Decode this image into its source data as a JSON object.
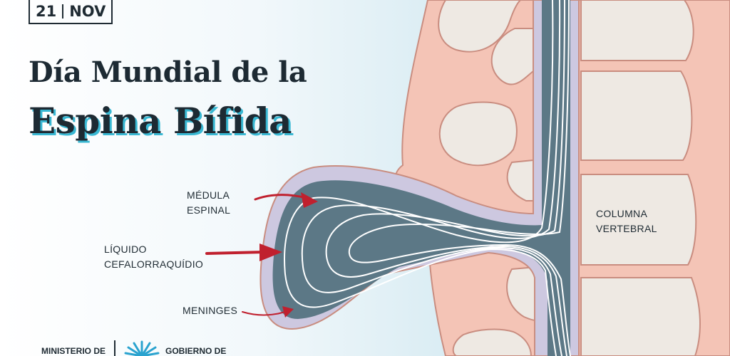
{
  "header": {
    "date_day": "21",
    "date_month": "NOV",
    "title_line1": "Día Mundial de la",
    "title_line2": "Espina Bífida"
  },
  "labels": {
    "medula_line1": "MÉDULA",
    "medula_line2": "ESPINAL",
    "liquido_line1": "LÍQUIDO",
    "liquido_line2": "CEFALORRAQUÍDIO",
    "meninges": "MENINGES",
    "columna_line1": "COLUMNA",
    "columna_line2": "VERTEBRAL"
  },
  "footer": {
    "ministry": "MINISTERIO DE",
    "government": "GOBIERNO DE",
    "logo_icon": "sun-rays-logo-icon"
  },
  "colors": {
    "skin": "#f4c4b6",
    "skin_outline": "#c98d80",
    "vertebra": "#eee9e3",
    "meninges": "#cdc8e0",
    "csf": "#5c7886",
    "nerve": "#ffffff",
    "arrow": "#c0202e",
    "title_shadow": "#39b8d3"
  }
}
